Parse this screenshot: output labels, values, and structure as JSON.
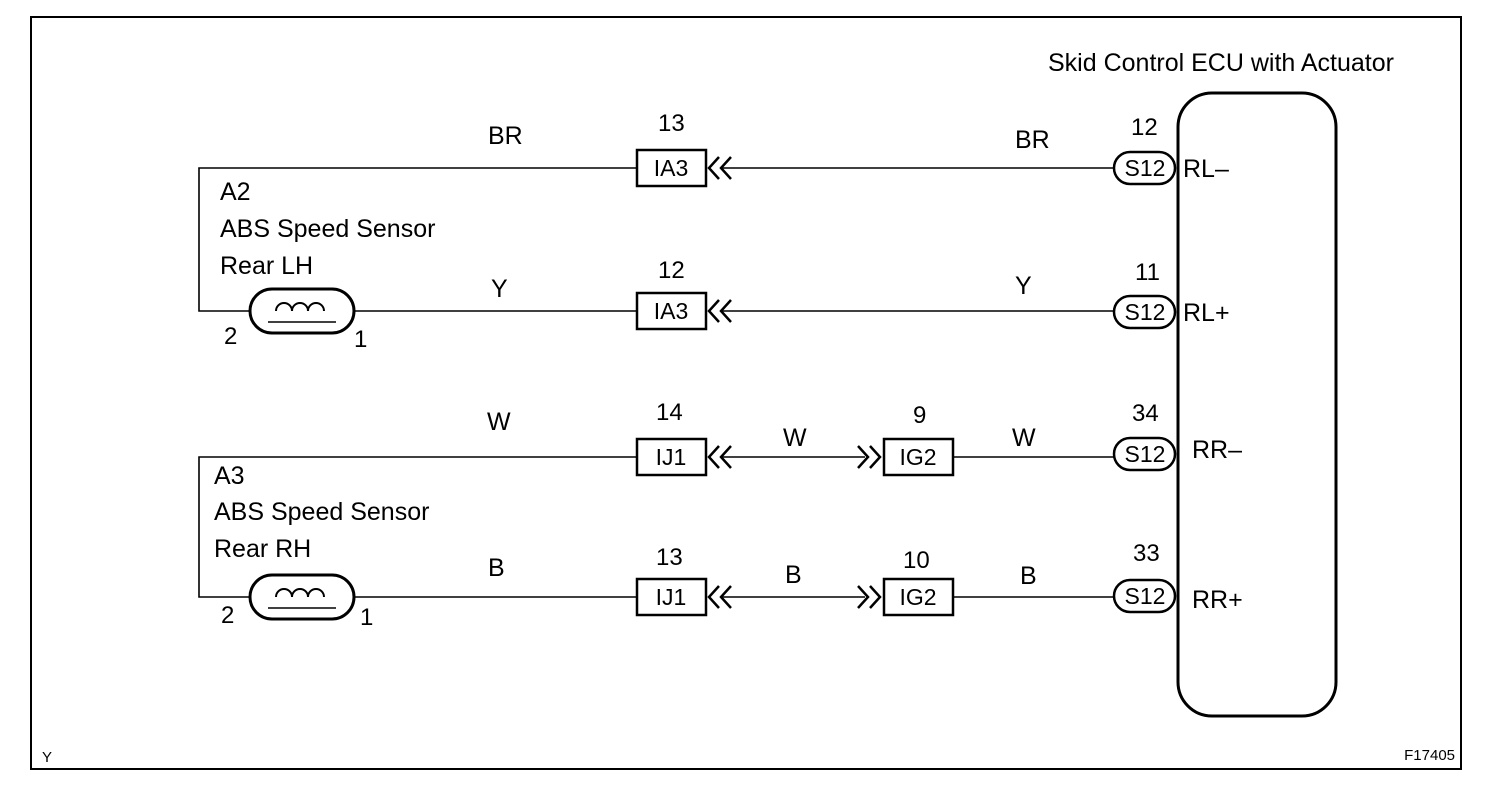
{
  "ecu": {
    "title": "Skid Control ECU with Actuator"
  },
  "sensor_lh": {
    "code": "A2",
    "name": "ABS Speed Sensor",
    "side": "Rear LH",
    "pin_left": "2",
    "pin_right": "1"
  },
  "sensor_rh": {
    "code": "A3",
    "name": "ABS Speed Sensor",
    "side": "Rear RH",
    "pin_left": "2",
    "pin_right": "1"
  },
  "circuits": [
    {
      "wire_left": "BR",
      "conn": "IA3",
      "conn_pin": "13",
      "wire_right": "BR",
      "ecu_conn": "S12",
      "ecu_pin": "12",
      "terminal": "RL–"
    },
    {
      "wire_left": "Y",
      "conn": "IA3",
      "conn_pin": "12",
      "wire_right": "Y",
      "ecu_conn": "S12",
      "ecu_pin": "11",
      "terminal": "RL+"
    },
    {
      "wire_left": "W",
      "conn": "IJ1",
      "conn_pin": "14",
      "wire_mid": "W",
      "conn2": "IG2",
      "conn2_pin": "9",
      "wire_right": "W",
      "ecu_conn": "S12",
      "ecu_pin": "34",
      "terminal": "RR–"
    },
    {
      "wire_left": "B",
      "conn": "IJ1",
      "conn_pin": "13",
      "wire_mid": "B",
      "conn2": "IG2",
      "conn2_pin": "10",
      "wire_right": "B",
      "ecu_conn": "S12",
      "ecu_pin": "33",
      "terminal": "RR+"
    }
  ],
  "footer": {
    "left": "Y",
    "right": "F17405"
  }
}
